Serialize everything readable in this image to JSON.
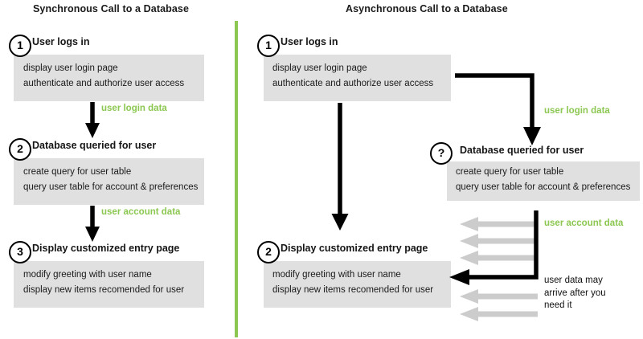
{
  "colors": {
    "accent_green": "#8cc751",
    "box_gray": "#e0e0e0",
    "arrow_gray": "#cccccc",
    "arrow_black": "#000000",
    "text": "#1a1a1a",
    "background": "#ffffff"
  },
  "panels": {
    "left": {
      "title": "Synchronous Call to a Database",
      "steps": [
        {
          "badge": "1",
          "title": "User logs in",
          "lines": [
            "display user login page",
            "authenticate and authorize user access"
          ]
        },
        {
          "badge": "2",
          "title": "Database queried for user",
          "lines": [
            "create query for user table",
            "query user table for account & preferences"
          ]
        },
        {
          "badge": "3",
          "title": "Display customized entry page",
          "lines": [
            "modify greeting with user name",
            "display new items recomended for user"
          ]
        }
      ],
      "flow_labels": [
        "user login data",
        "user account data"
      ]
    },
    "right": {
      "title": "Asynchronous Call to a Database",
      "steps": [
        {
          "badge": "1",
          "title": "User logs in",
          "lines": [
            "display user login page",
            "authenticate and authorize user access"
          ]
        },
        {
          "badge": "?",
          "title": "Database queried for user",
          "lines": [
            "create query for user table",
            "query user table for account & preferences"
          ]
        },
        {
          "badge": "2",
          "title": "Display customized entry page",
          "lines": [
            "modify greeting with user name",
            "display new items recomended for user"
          ]
        }
      ],
      "flow_labels": [
        "user login data",
        "user account data"
      ],
      "note": "user data may\narrive after you\nneed it"
    }
  }
}
